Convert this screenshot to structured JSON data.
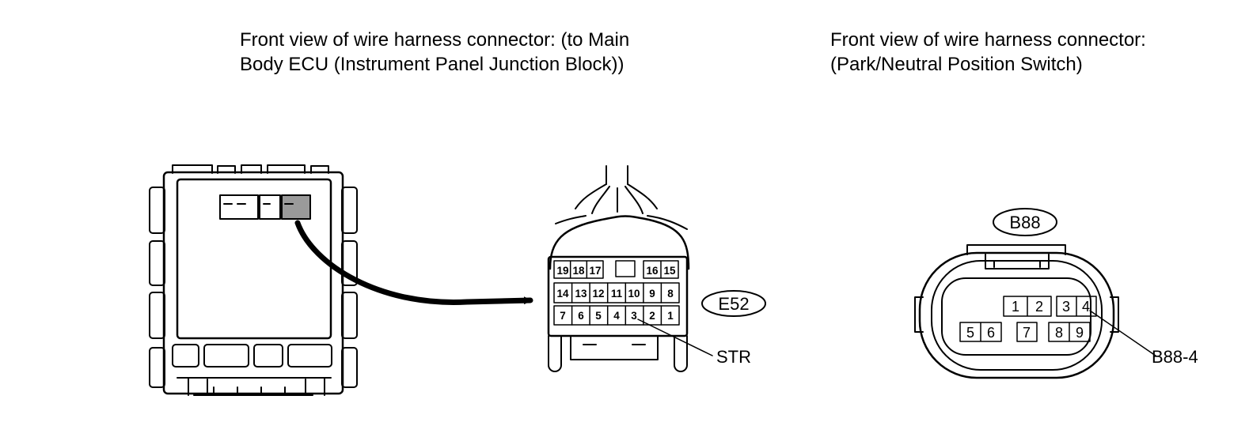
{
  "captions": {
    "left_line1": "Front view of wire harness connector: (to Main",
    "left_line2": "Body ECU (Instrument Panel Junction Block))",
    "right_line1": "Front view of wire harness connector:",
    "right_line2": "(Park/Neutral Position Switch)"
  },
  "connector_e52": {
    "id": "E52",
    "row1": [
      "19",
      "18",
      "17",
      "16",
      "15"
    ],
    "row2": [
      "14",
      "13",
      "12",
      "11",
      "10",
      "9",
      "8"
    ],
    "row3": [
      "7",
      "6",
      "5",
      "4",
      "3",
      "2",
      "1"
    ],
    "callout": "STR"
  },
  "connector_b88": {
    "id": "B88",
    "top_pins": [
      "1",
      "2",
      "3",
      "4"
    ],
    "bottom_pins": [
      "5",
      "6",
      "7",
      "8",
      "9"
    ],
    "callout": "B88-4"
  }
}
